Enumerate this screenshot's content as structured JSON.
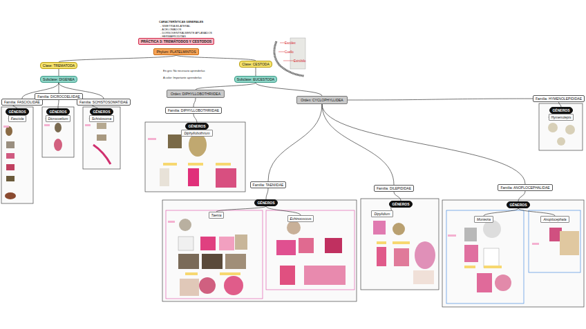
{
  "diagram": {
    "title": "PRÁCTICA 3: TREMÁTODOS Y CESTODOS",
    "nodes": [
      {
        "text": [
          "PRÁCTICA 3: TREMÁTODOS Y CESTODOS"
        ]
      },
      {
        "text": [
          "Phylum: PLATELMINTOS"
        ]
      },
      {
        "text": [
          "Clase: TREMATODA"
        ]
      },
      {
        "text": [
          "Subclase: DIGENEA"
        ]
      },
      {
        "text": [
          "Familia: FASCIOLIDAE"
        ]
      },
      {
        "text": [
          "Familia: DICROCOELIIDAE"
        ]
      },
      {
        "text": [
          "Familia: SCHISTOSOMATIDAE"
        ]
      },
      {
        "text": [
          "GÉNEROS"
        ]
      },
      {
        "text": [
          "GÉNEROS"
        ]
      },
      {
        "text": [
          "GÉNEROS"
        ]
      },
      {
        "text": [
          "Fasciola"
        ]
      },
      {
        "text": [
          "Dicrocoelium"
        ]
      },
      {
        "text": [
          "Schistosoma"
        ]
      },
      {
        "text": [
          "Clase: CESTODA"
        ]
      },
      {
        "text": [
          "Subclase: EUCESTODA"
        ]
      },
      {
        "text": [
          "Orden: DIPHYLLOBOTHRIIDEA"
        ]
      },
      {
        "text": [
          "Familia: DIPHYLLOBOTHRIIDAE"
        ]
      },
      {
        "text": [
          "GÉNEROS"
        ]
      },
      {
        "text": [
          "Diphyllobothrium"
        ]
      },
      {
        "text": [
          "Orden: CYCLOPHYLLIDEA"
        ]
      },
      {
        "text": [
          "Familia: HYMENOLEPIDIDAE"
        ]
      },
      {
        "text": [
          "GÉNEROS"
        ]
      },
      {
        "text": [
          "Hymenolepis"
        ]
      },
      {
        "text": [
          "Familia: TAENIIDAE"
        ]
      },
      {
        "text": [
          "GÉNEROS"
        ]
      },
      {
        "text": [
          "Taenia"
        ]
      },
      {
        "text": [
          "Echinococcus"
        ]
      },
      {
        "text": [
          "Familia: DILEPIDIDAE"
        ]
      },
      {
        "text": [
          "GÉNEROS"
        ]
      },
      {
        "text": [
          "Dipylidium"
        ]
      },
      {
        "text": [
          "Familia: ANOPLOCEPHALIDAE"
        ]
      },
      {
        "text": [
          "GÉNEROS"
        ]
      },
      {
        "text": [
          "Moniezia"
        ]
      },
      {
        "text": [
          "Anoplocephala"
        ]
      }
    ],
    "edges": [
      {
        "from": 1,
        "to": 2,
        "arrow": "none"
      },
      {
        "from": 1,
        "to": 13,
        "arrow": "none"
      },
      {
        "from": 2,
        "to": 3,
        "arrow": "none"
      },
      {
        "from": 3,
        "to": 4,
        "arrow": "none"
      },
      {
        "from": 3,
        "to": 5,
        "arrow": "none"
      },
      {
        "from": 3,
        "to": 6,
        "arrow": "none"
      },
      {
        "from": 4,
        "to": 7,
        "arrow": "none"
      },
      {
        "from": 5,
        "to": 8,
        "arrow": "none"
      },
      {
        "from": 6,
        "to": 9,
        "arrow": "none"
      },
      {
        "from": 7,
        "to": 10,
        "arrow": "none"
      },
      {
        "from": 8,
        "to": 11,
        "arrow": "none"
      },
      {
        "from": 9,
        "to": 12,
        "arrow": "none"
      },
      {
        "from": 13,
        "to": 14,
        "arrow": "none"
      },
      {
        "from": 14,
        "to": 15,
        "arrow": "none"
      },
      {
        "from": 14,
        "to": 19,
        "arrow": "none"
      },
      {
        "from": 15,
        "to": 16,
        "arrow": "none"
      },
      {
        "from": 16,
        "to": 17,
        "arrow": "none"
      },
      {
        "from": 17,
        "to": 18,
        "arrow": "none"
      },
      {
        "from": 19,
        "to": 20,
        "arrow": "none"
      },
      {
        "from": 19,
        "to": 23,
        "arrow": "none"
      },
      {
        "from": 19,
        "to": 27,
        "arrow": "none"
      },
      {
        "from": 19,
        "to": 30,
        "arrow": "none"
      },
      {
        "from": 20,
        "to": 21,
        "arrow": "none"
      },
      {
        "from": 21,
        "to": 22,
        "arrow": "none"
      },
      {
        "from": 23,
        "to": 24,
        "arrow": "none"
      },
      {
        "from": 24,
        "to": 25,
        "arrow": "none"
      },
      {
        "from": 24,
        "to": 26,
        "arrow": "none"
      },
      {
        "from": 27,
        "to": 28,
        "arrow": "none"
      },
      {
        "from": 28,
        "to": 29,
        "arrow": "none"
      },
      {
        "from": 30,
        "to": 31,
        "arrow": "none"
      },
      {
        "from": 31,
        "to": 32,
        "arrow": "none"
      },
      {
        "from": 31,
        "to": 33,
        "arrow": "none"
      }
    ],
    "labels": [
      "CARACTERÍSTICAS GENERALES",
      "- SIMETRÍA BILATERAL",
      "- ACELOMADOS",
      "- DORSOVENTRALMENTE APLANADOS",
      "- HERMAFRODITAS",
      "En gris: No necesario aprenderlas",
      "A color: Importante aprenderlas",
      "Escólex",
      "Cuello",
      "Estróbilo"
    ]
  }
}
